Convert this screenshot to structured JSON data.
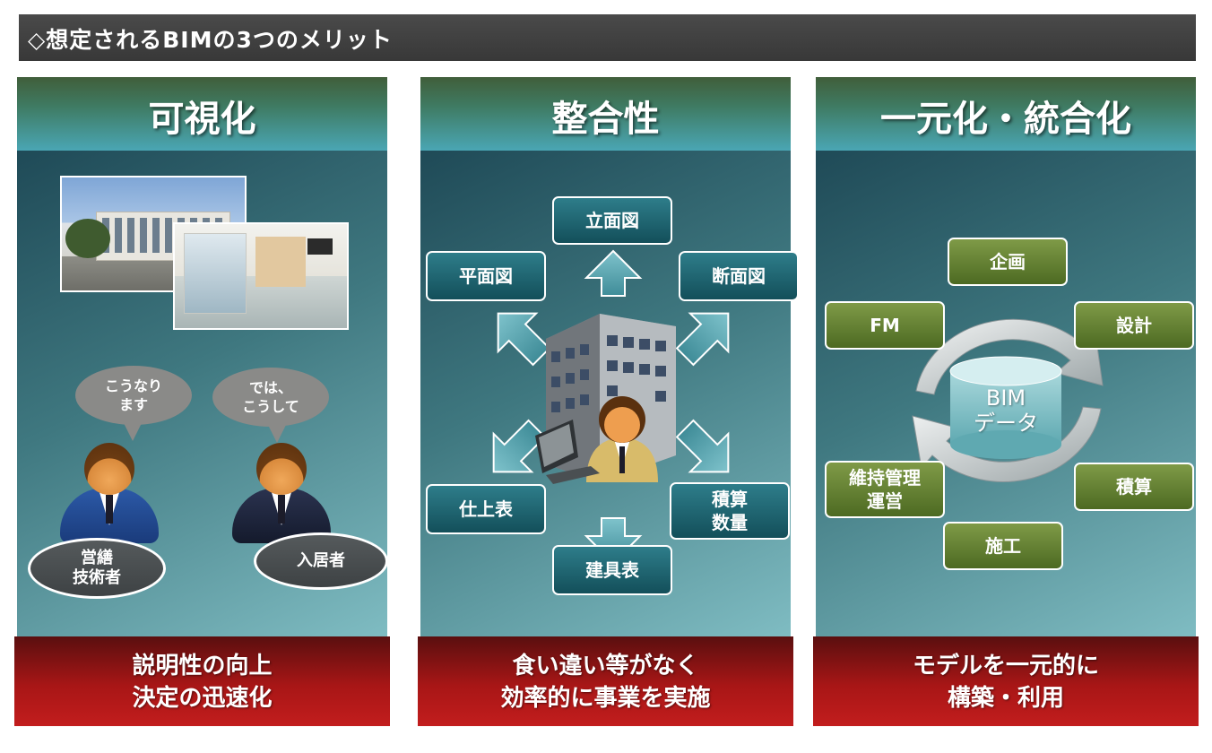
{
  "title": "◇想定されるBIMの3つのメリット",
  "panels": [
    {
      "header": "可視化",
      "bubbles": [
        "こうなり\nます",
        "では、\nこうして"
      ],
      "person_labels": [
        "営繕\n技術者",
        "入居者"
      ],
      "footer": [
        "説明性の向上",
        "決定の迅速化"
      ]
    },
    {
      "header": "整合性",
      "boxes": [
        "立面図",
        "平面図",
        "断面図",
        "仕上表",
        "積算\n数量",
        "建具表"
      ],
      "footer": [
        "食い違い等がなく",
        "効率的に事業を実施"
      ]
    },
    {
      "header": "一元化・統合化",
      "center": "BIM\nデータ",
      "boxes": [
        "企画",
        "FM",
        "設計",
        "維持管理\n運営",
        "積算",
        "施工"
      ],
      "footer": [
        "モデルを一元的に",
        "構築・利用"
      ]
    }
  ],
  "colors": {
    "title_bar": "#3d3d3d",
    "header_top": "#405e3a",
    "header_bottom": "#4aa6b4",
    "footer_red": "#b81a1a",
    "teal_box": "#1f6a76",
    "green_box": "#6a8537"
  },
  "icons": [
    "building-photo",
    "interior-photo",
    "office-building-icon",
    "computer-icon",
    "person-icon",
    "cycle-arrows-icon",
    "database-cylinder-icon"
  ]
}
